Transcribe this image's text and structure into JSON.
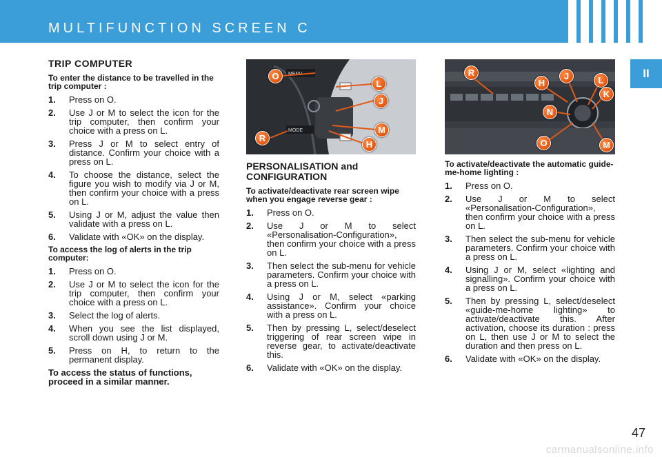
{
  "header": {
    "title": "MULTIFUNCTION SCREEN C"
  },
  "tab": {
    "label": "II"
  },
  "trip": {
    "heading": "TRIP COMPUTER",
    "sub1": "To enter the distance to be travelled in the trip computer :",
    "steps1": [
      {
        "n": "1.",
        "t": "Press on O."
      },
      {
        "n": "2.",
        "t": "Use J or M to select the icon for the trip computer, then confirm your choice with a press on L."
      },
      {
        "n": "3.",
        "t": "Press J or M to select entry of distance. Confirm your choice with a press on L."
      },
      {
        "n": "4.",
        "t": "To choose the distance, select the figure you wish to modify via J or M, then confirm your choice with a press on L."
      },
      {
        "n": "5.",
        "t": "Using J or M, adjust the value then validate with a press on L."
      },
      {
        "n": "6.",
        "t": "Validate with «OK» on the display."
      }
    ],
    "sub2": "To access the log of alerts in the trip computer:",
    "steps2": [
      {
        "n": "1.",
        "t": "Press on O."
      },
      {
        "n": "2.",
        "t": "Use J or M to select the icon for the trip computer, then confirm your choice with a press on L."
      },
      {
        "n": "3.",
        "t": "Select the log of alerts."
      },
      {
        "n": "4.",
        "t": "When you see the list displayed, scroll down using J or M."
      },
      {
        "n": "5.",
        "t": "Press on H, to return to the permanent display."
      }
    ],
    "closing": "To access the status of functions, proceed in a similar manner."
  },
  "personal": {
    "heading": "PERSONALISATION and CONFIGURATION",
    "sub": "To activate/deactivate rear screen wipe when you engage reverse gear :",
    "steps": [
      {
        "n": "1.",
        "t": "Press on O."
      },
      {
        "n": "2.",
        "t": "Use J or M to select «Personalisation-Configuration», then confirm your choice with a press on L."
      },
      {
        "n": "3.",
        "t": "Then select the sub-menu for vehicle parameters. Confirm your choice with a press on L."
      },
      {
        "n": "4.",
        "t": "Using J or M, select «parking assistance». Confirm your choice with a press on L."
      },
      {
        "n": "5.",
        "t": "Then by pressing L, select/deselect triggering of rear screen wipe in reverse gear, to activate/deactivate this."
      },
      {
        "n": "6.",
        "t": "Validate with «OK» on the display."
      }
    ]
  },
  "guide": {
    "sub": "To activate/deactivate the automatic guide-me-home lighting :",
    "steps": [
      {
        "n": "1.",
        "t": "Press on O."
      },
      {
        "n": "2.",
        "t": "Use J or M to select «Personalisation-Configuration», then confirm your choice with a press on L."
      },
      {
        "n": "3.",
        "t": "Then select the sub-menu for vehicle parameters. Confirm your choice with a press on L."
      },
      {
        "n": "4.",
        "t": "Using J or M, select «lighting and signalling». Confirm your choice with a press on L."
      },
      {
        "n": "5.",
        "t": "Then by pressing L, select/deselect «guide-me-home lighting» to activate/deactivate this. After activation, choose its duration : press on L, then use J or M to select the duration and then press on L."
      },
      {
        "n": "6.",
        "t": "Validate with «OK» on the display."
      }
    ]
  },
  "photo1": {
    "labels": [
      "O",
      "L",
      "J",
      "M",
      "R",
      "H"
    ],
    "text": [
      "MENU",
      "MODE"
    ]
  },
  "photo2": {
    "labels": [
      "R",
      "H",
      "J",
      "L",
      "K",
      "N",
      "O",
      "M"
    ]
  },
  "page": {
    "number": "47"
  },
  "watermark": "carmanualsonline.info"
}
